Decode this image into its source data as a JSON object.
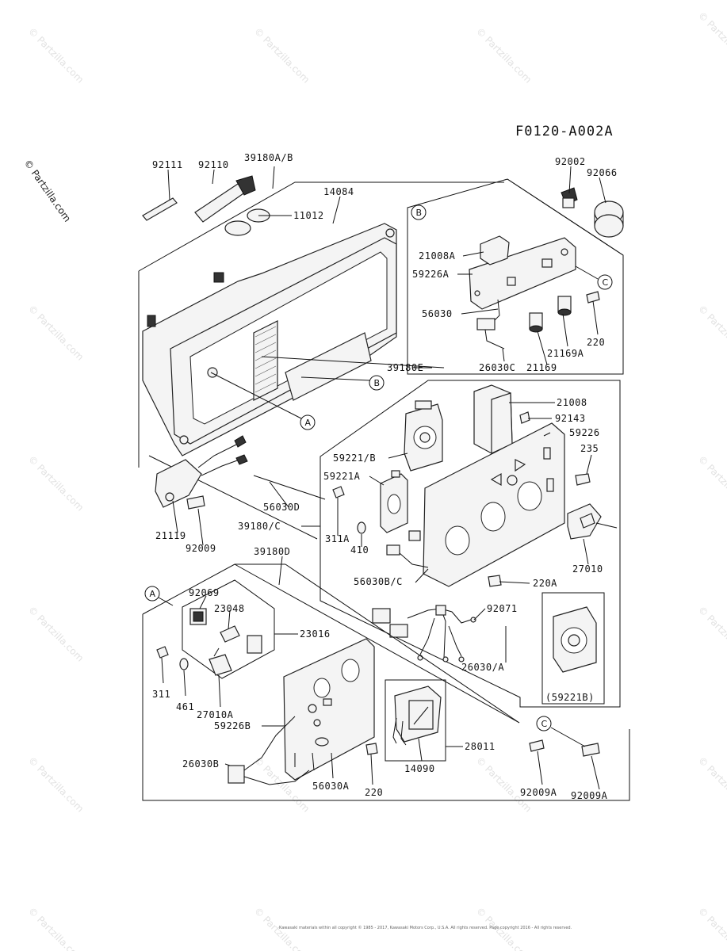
{
  "diagram_code": "F0120-A002A",
  "side_watermark": "© Partzilla.com",
  "watermark_text": "© Partzilla.com",
  "copyright": "Kawasaki materials within all copyright © 1985 - 2017, Kawasaki Motors Corp., U.S.A.  All rights reserved. Page copyright 2016 - All rights reserved.",
  "callouts": {
    "a": "A",
    "b": "B",
    "c": "C"
  },
  "part_labels": {
    "p92111": "92111",
    "p92110": "92110",
    "p39180ab": "39180A/B",
    "p14084": "14084",
    "p11012": "11012",
    "p92002": "92002",
    "p92066": "92066",
    "p21008a": "21008A",
    "p59226a": "59226A",
    "p56030": "56030",
    "p220_top": "220",
    "p21169a": "21169A",
    "p26030c": "26030C",
    "p21169": "21169",
    "p39180e": "39180E",
    "p21008": "21008",
    "p92143": "92143",
    "p59226": "59226",
    "p235": "235",
    "p59221b": "59221/B",
    "p59221a": "59221A",
    "p56030d": "56030D",
    "p21119": "21119",
    "p92009": "92009",
    "p39180c": "39180/C",
    "p311a": "311A",
    "p410": "410",
    "p27010": "27010",
    "p39180d": "39180D",
    "p56030bc": "56030B/C",
    "p220a": "220A",
    "p92069": "92069",
    "p23048": "23048",
    "p23016": "23016",
    "p92071": "92071",
    "p26030a": "26030/A",
    "p59221b_paren": "(59221B)",
    "p311": "311",
    "p461": "461",
    "p27010a": "27010A",
    "p59226b": "59226B",
    "p28011": "28011",
    "p14090": "14090",
    "p26030b": "26030B",
    "p56030a": "56030A",
    "p220_bottom": "220",
    "p92009a_1": "92009A",
    "p92009a_2": "92009A"
  }
}
